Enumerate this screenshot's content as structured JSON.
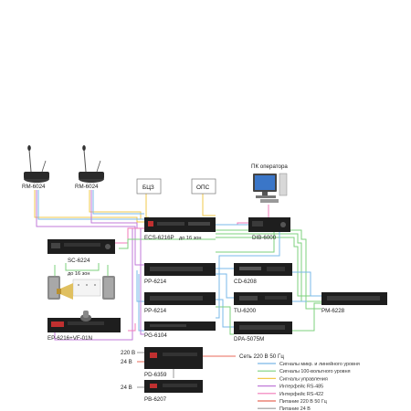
{
  "devices": {
    "rm1": "RM-6024",
    "rm2": "RM-6024",
    "pc": "ПК оператора",
    "bcz": "БЦЗ",
    "ops": "ОПС",
    "ecs": "ECS-6216P",
    "dib": "DIB-6000",
    "zones1": "до 16 зон",
    "sc": "SC-6224",
    "zones2": "до 16 зон",
    "pp1": "PP-6214",
    "cd": "CD-6208",
    "pp2": "PP-6214",
    "tu": "TU-6200",
    "pm": "PM-6228",
    "ep": "EP-6216+VF-01N",
    "pg": "PG-6104",
    "dpa": "DPA-5075M",
    "v220": "220 В",
    "v24a": "24 В",
    "mains": "Сеть 220 В 50 Гц",
    "pd": "PD-6359",
    "v24b": "24 В",
    "pb": "PB-6207"
  },
  "legend": [
    {
      "label": "Сигналы микр. и линейного уровня",
      "color": "#7ab8e8"
    },
    {
      "label": "Сигналы 100-вольтного уровня",
      "color": "#7ed27e"
    },
    {
      "label": "Сигналы управления",
      "color": "#f2c84b"
    },
    {
      "label": "Интерфейс RS-485",
      "color": "#c07ad8"
    },
    {
      "label": "Интерфейс RS-422",
      "color": "#f07ab8"
    },
    {
      "label": "Питание 220 В 50 Гц",
      "color": "#e86a5a"
    },
    {
      "label": "Питание 24 В",
      "color": "#9a9a9a"
    }
  ]
}
